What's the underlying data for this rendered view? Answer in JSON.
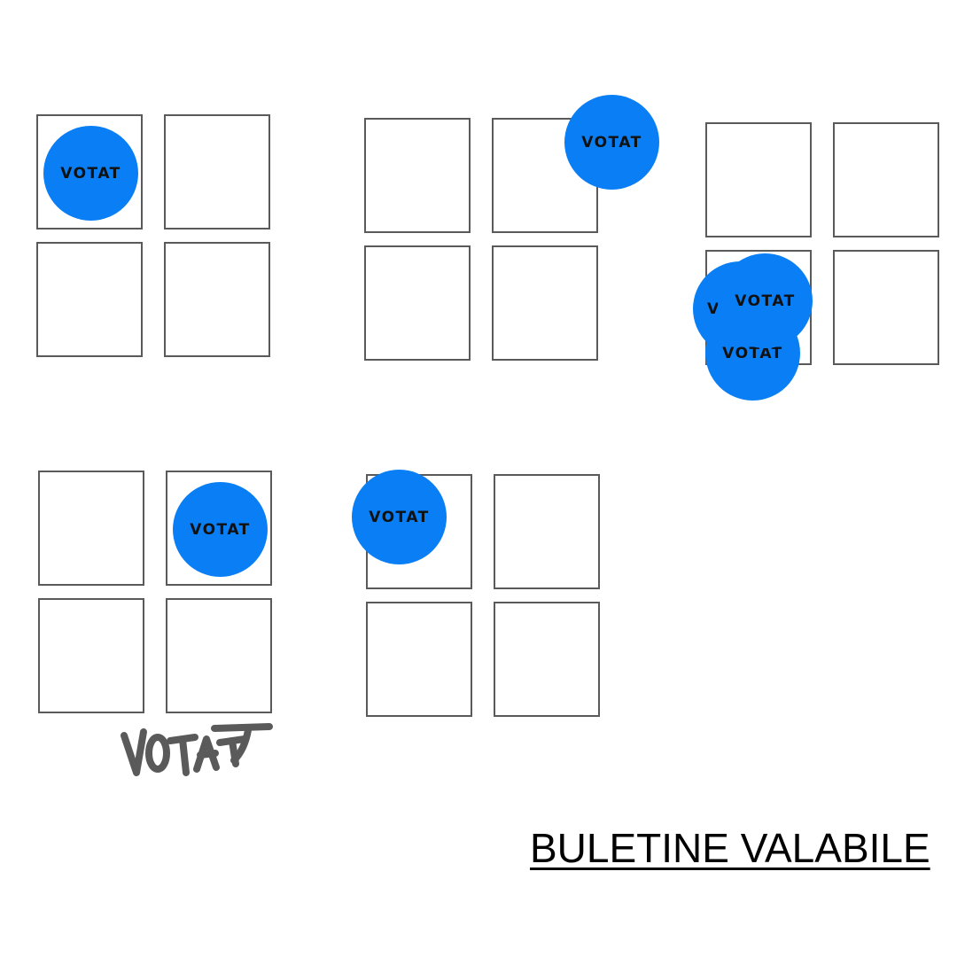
{
  "stamp_text": "VOTAT",
  "handwritten_text": "VOTAT",
  "title": "BULETINE VALABILE",
  "colors": {
    "stamp": "#0a7ff5",
    "stamp_text": "#111111",
    "grid_border": "#5a5a5a",
    "scribble": "#5a5a5a",
    "title": "#000000"
  },
  "ballots": [
    {
      "label": "ballot-1",
      "stamps": 1
    },
    {
      "label": "ballot-2",
      "stamps": 1
    },
    {
      "label": "ballot-3",
      "stamps": 3
    },
    {
      "label": "ballot-4",
      "stamps": 1,
      "handwritten": true
    },
    {
      "label": "ballot-5",
      "stamps": 1
    }
  ]
}
